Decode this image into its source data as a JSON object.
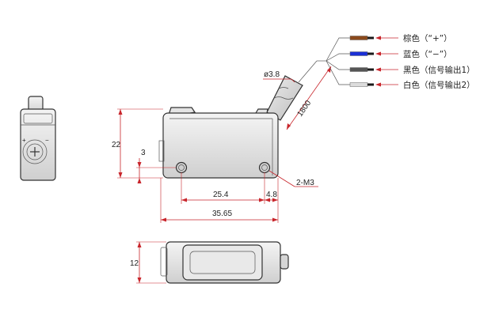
{
  "dimensions": {
    "height_22": "22",
    "offset_3": "3",
    "pitch_25_4": "25.4",
    "edge_4_8": "4.8",
    "length_35_65": "35.65",
    "width_12": "12",
    "cable_dia": "ø3.8",
    "cable_len": "1800",
    "holes": "2-M3"
  },
  "wires": [
    {
      "label": "棕色（“+”）",
      "color": "#8b4a1c"
    },
    {
      "label": "蓝色（“−”）",
      "color": "#1a2fd6"
    },
    {
      "label": "黑色（信号输出1）",
      "color": "#555555"
    },
    {
      "label": "白色（信号输出2）",
      "color": "#dcdcdc"
    }
  ],
  "colors": {
    "dimension": "#c8252b",
    "outline": "#333333",
    "housing": "#e6e6e6"
  }
}
